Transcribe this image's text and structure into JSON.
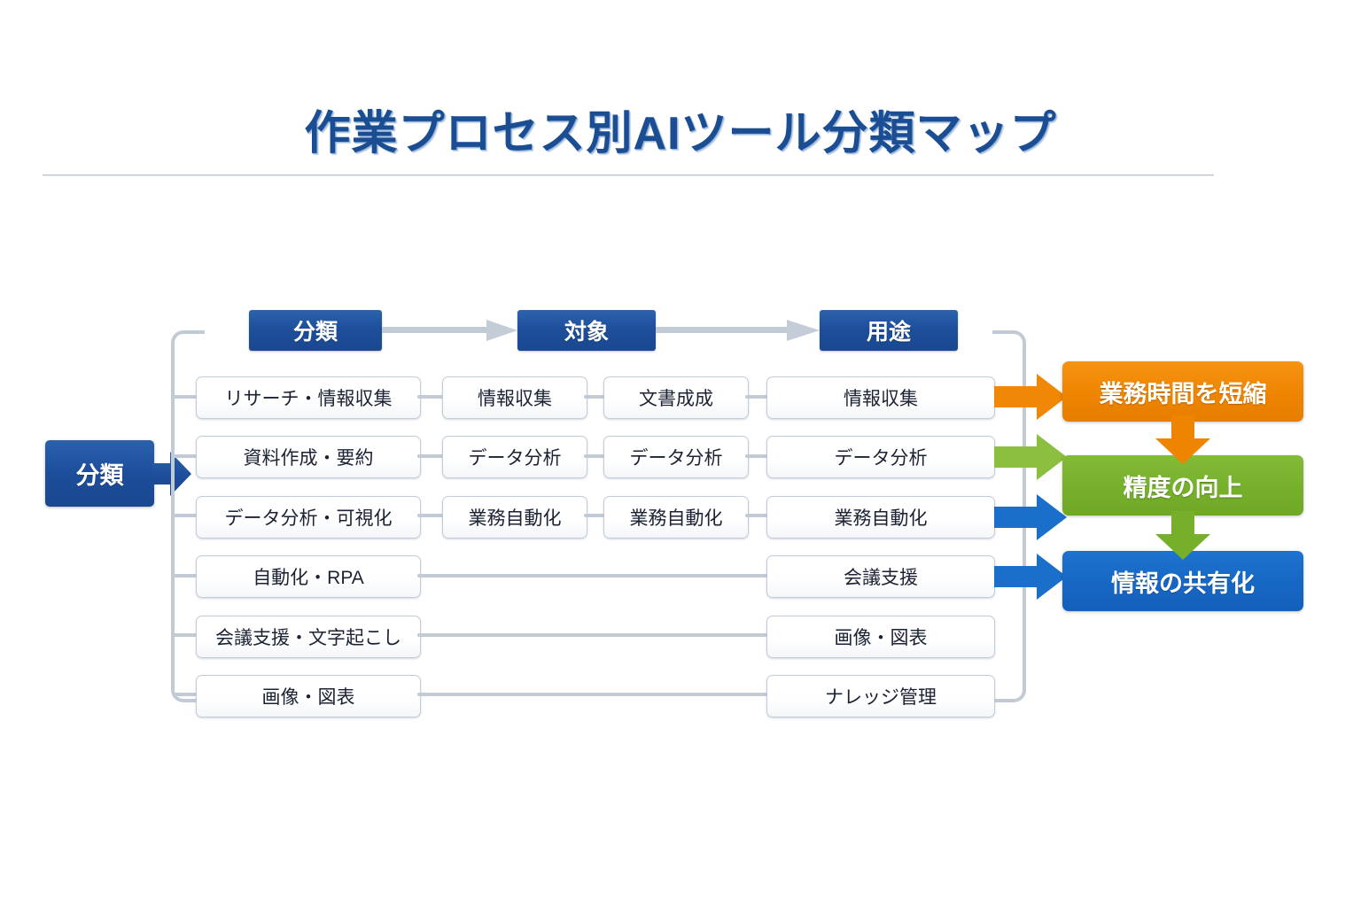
{
  "title": "作業プロセス別AIツール分類マップ",
  "entry": {
    "label": "分類",
    "icon": "right-arrow-icon"
  },
  "headers": [
    {
      "label": "分類"
    },
    {
      "label": "対象"
    },
    {
      "label": "用途"
    }
  ],
  "header_connectors": [
    {
      "icon": "grey-right-arrow-icon"
    },
    {
      "icon": "grey-right-arrow-icon"
    }
  ],
  "columns": {
    "category": [
      {
        "label": "リサーチ・情報収集"
      },
      {
        "label": "資料作成・要約"
      },
      {
        "label": "データ分析・可視化"
      },
      {
        "label": "自動化・RPA"
      },
      {
        "label": "会議支援・文字起こし"
      },
      {
        "label": "画像・図表"
      }
    ],
    "target_a": [
      {
        "label": "情報収集"
      },
      {
        "label": "データ分析"
      },
      {
        "label": "業務自動化"
      }
    ],
    "target_b": [
      {
        "label": "文書成成"
      },
      {
        "label": "データ分析"
      },
      {
        "label": "業務自動化"
      }
    ],
    "usage": [
      {
        "label": "情報収集"
      },
      {
        "label": "データ分析"
      },
      {
        "label": "業務自動化"
      },
      {
        "label": "会議支援"
      },
      {
        "label": "画像・図表"
      },
      {
        "label": "ナレッジ管理"
      }
    ]
  },
  "outcomes": [
    {
      "label": "業務時間を短縮",
      "color": "#ef8400",
      "arrow_color": "#f08705"
    },
    {
      "label": "精度の向上",
      "color": "#76b02b",
      "arrow_color": "#8cbe3f"
    },
    {
      "label": "情報の共有化",
      "color": "#1667c4",
      "arrow_color": "#1a6fcb"
    }
  ],
  "outcome_arrows": [
    {
      "icon": "orange-right-arrow-icon",
      "color": "#f08705"
    },
    {
      "icon": "green-right-arrow-icon",
      "color": "#8cbe3f"
    },
    {
      "icon": "blue-right-arrow-icon",
      "color": "#1a6fcb"
    },
    {
      "icon": "blue-right-arrow-icon",
      "color": "#1a6fcb"
    }
  ],
  "outcome_down_arrows": [
    {
      "icon": "orange-down-arrow-icon",
      "color": "#ef8400"
    },
    {
      "icon": "green-down-arrow-icon",
      "color": "#76b02b"
    }
  ],
  "colors": {
    "brand_blue": "#1a4790",
    "title_blue": "#1b4d93",
    "connector_grey": "#c2cad5",
    "orange": "#ef8400",
    "green": "#76b02b",
    "blue": "#1667c4"
  }
}
